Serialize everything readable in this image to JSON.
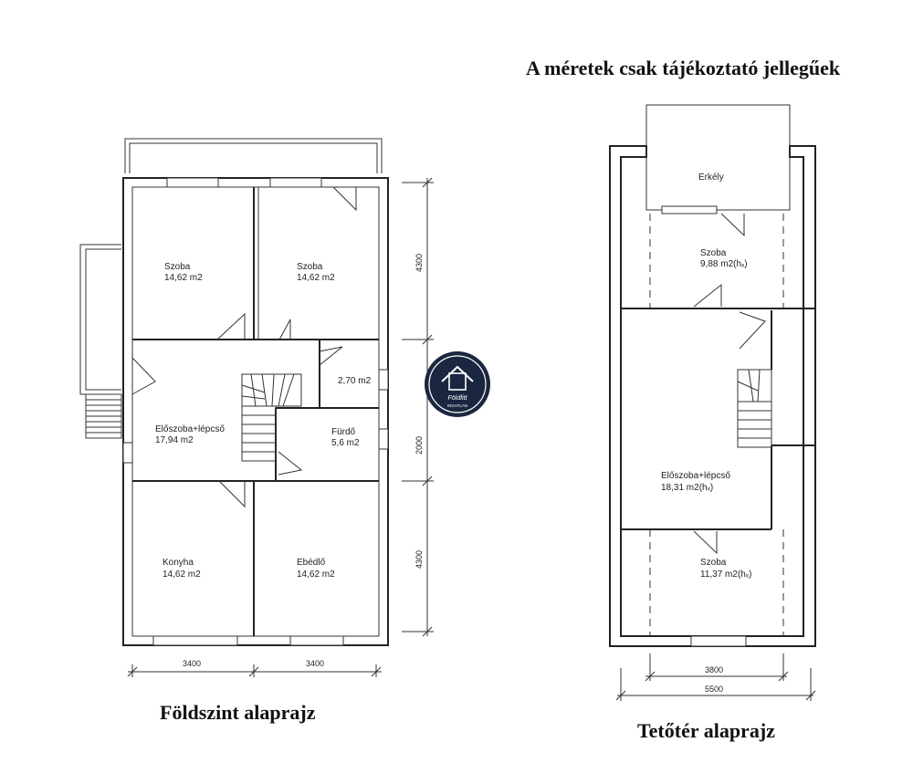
{
  "disclaimer": "A méretek csak tájékoztató jellegűek",
  "ground_floor": {
    "caption": "Földszint alaprajz",
    "rooms": [
      {
        "name": "Szoba",
        "area": "14,62 m2"
      },
      {
        "name": "Szoba",
        "area": "14,62 m2"
      },
      {
        "name": "",
        "area": "2,70 m2"
      },
      {
        "name": "Előszoba+lépcső",
        "area": "17,94 m2"
      },
      {
        "name": "Fürdő",
        "area": "5,6 m2"
      },
      {
        "name": "Konyha",
        "area": "14,62 m2"
      },
      {
        "name": "Ebédlő",
        "area": "14,62 m2"
      }
    ],
    "dimensions": {
      "vertical": [
        "4300",
        "2000",
        "4300"
      ],
      "horizontal": [
        "3400",
        "3400"
      ]
    }
  },
  "attic": {
    "caption": "Tetőtér alaprajz",
    "rooms": [
      {
        "name": "Erkély",
        "area": ""
      },
      {
        "name": "Szoba",
        "area": "9,88 m2(hₓ)"
      },
      {
        "name": "Előszoba+lépcső",
        "area": "18,31 m2(hₓ)"
      },
      {
        "name": "Szoba",
        "area": "11,37 m2(hₓ)"
      }
    ],
    "dimensions": {
      "inner": "3800",
      "outer": "5500"
    }
  },
  "logo": {
    "brand_text": "Földfitt",
    "sub_text": "INGATLAN",
    "color": "#1b2740"
  }
}
